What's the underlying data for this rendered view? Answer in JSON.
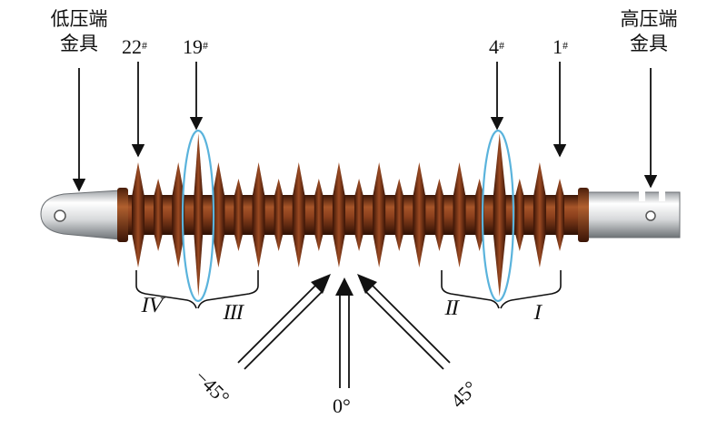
{
  "labels": {
    "low_fitting": [
      "低压端",
      "金具"
    ],
    "high_fitting": [
      "高压端",
      "金具"
    ],
    "shed_22": {
      "num": "22",
      "mark": "#"
    },
    "shed_19": {
      "num": "19",
      "mark": "#"
    },
    "shed_4": {
      "num": "4",
      "mark": "#"
    },
    "shed_1": {
      "num": "1",
      "mark": "#"
    },
    "section_I": "I",
    "section_II": "II",
    "section_III": "III",
    "section_IV": "IV",
    "angle_minus45": "−45°",
    "angle_0": "0°",
    "angle_45": "45°"
  },
  "colors": {
    "housing": "#8a3f1c",
    "housing_dark": "#4a1e0a",
    "metal": "#d6d8da",
    "ring": "#5ab3dc",
    "ink": "#111111"
  }
}
